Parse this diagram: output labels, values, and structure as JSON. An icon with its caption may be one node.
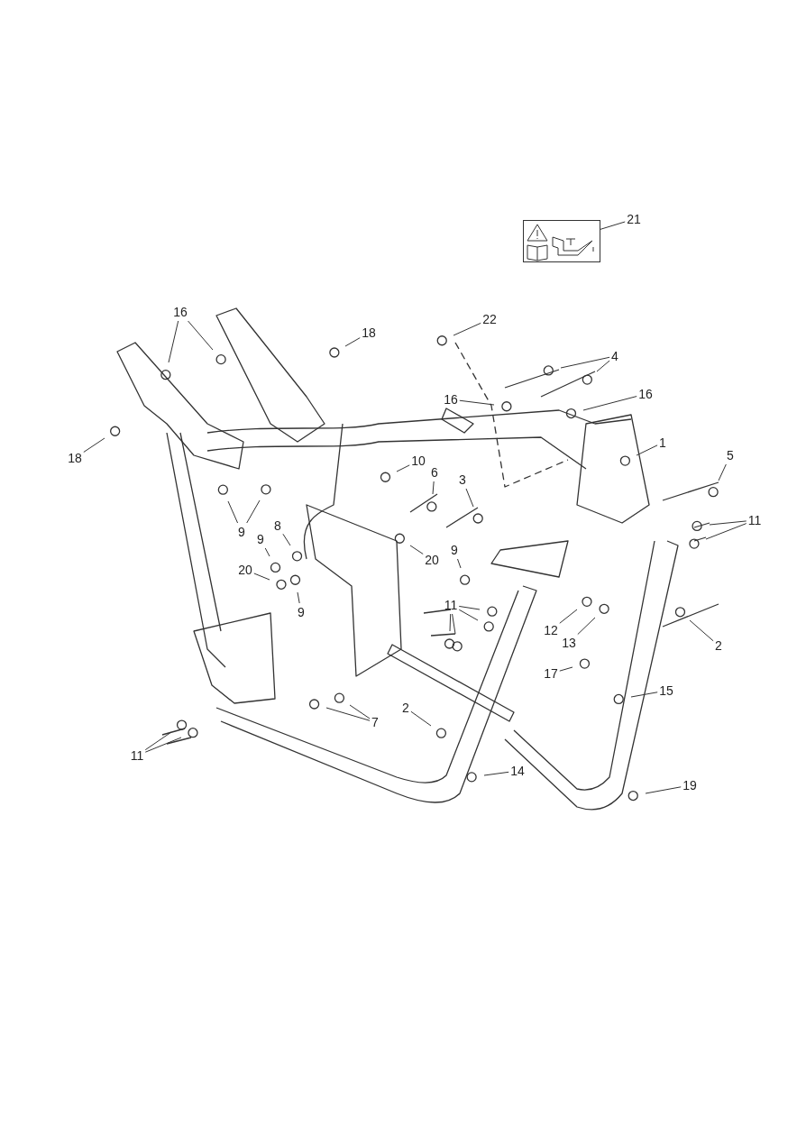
{
  "diagram": {
    "nodes": [
      {
        "text": [],
        "shape": "picture"
      },
      {
        "text": [
          "21"
        ]
      },
      {
        "text": [
          "16"
        ]
      },
      {
        "text": [
          "18"
        ]
      },
      {
        "text": [
          "22"
        ]
      },
      {
        "text": [
          "4"
        ]
      },
      {
        "text": [
          "16"
        ]
      },
      {
        "text": [
          "16"
        ]
      },
      {
        "text": [
          "18"
        ]
      },
      {
        "text": [
          "1"
        ]
      },
      {
        "text": [
          "10"
        ]
      },
      {
        "text": [
          "5"
        ]
      },
      {
        "text": [
          "6"
        ]
      },
      {
        "text": [
          "3"
        ]
      },
      {
        "text": [
          "9"
        ]
      },
      {
        "text": [
          "8"
        ]
      },
      {
        "text": [
          "11"
        ]
      },
      {
        "text": [
          "9"
        ]
      },
      {
        "text": [
          "9"
        ]
      },
      {
        "text": [
          "20"
        ]
      },
      {
        "text": [
          "20"
        ]
      },
      {
        "text": [
          "9"
        ]
      },
      {
        "text": [
          "11"
        ]
      },
      {
        "text": [
          "12"
        ]
      },
      {
        "text": [
          "13"
        ]
      },
      {
        "text": [
          "2"
        ]
      },
      {
        "text": [
          "17"
        ]
      },
      {
        "text": [
          "15"
        ]
      },
      {
        "text": [
          "7"
        ]
      },
      {
        "text": [
          "2"
        ]
      },
      {
        "text": [
          "11"
        ]
      },
      {
        "text": [
          "14"
        ]
      },
      {
        "text": [
          "19"
        ]
      }
    ],
    "edges": [
      {
        "from": 1,
        "to": 0,
        "arrow": "none"
      },
      {
        "from": 2,
        "to": null,
        "arrow": "none"
      },
      {
        "from": 2,
        "to": null,
        "arrow": "none"
      },
      {
        "from": 3,
        "to": null,
        "arrow": "none"
      },
      {
        "from": 4,
        "to": null,
        "arrow": "none"
      },
      {
        "from": 5,
        "to": null,
        "arrow": "none"
      },
      {
        "from": 5,
        "to": null,
        "arrow": "none"
      },
      {
        "from": 6,
        "to": null,
        "arrow": "none"
      },
      {
        "from": 7,
        "to": null,
        "arrow": "none"
      },
      {
        "from": 8,
        "to": null,
        "arrow": "none"
      },
      {
        "from": 9,
        "to": null,
        "arrow": "none"
      },
      {
        "from": 10,
        "to": null,
        "arrow": "none"
      },
      {
        "from": 11,
        "to": null,
        "arrow": "none"
      },
      {
        "from": 12,
        "to": null,
        "arrow": "none"
      },
      {
        "from": 13,
        "to": null,
        "arrow": "none"
      },
      {
        "from": 14,
        "to": null,
        "arrow": "none"
      },
      {
        "from": 14,
        "to": null,
        "arrow": "none"
      },
      {
        "from": 15,
        "to": null,
        "arrow": "none"
      },
      {
        "from": 16,
        "to": null,
        "arrow": "none"
      },
      {
        "from": 16,
        "to": null,
        "arrow": "none"
      },
      {
        "from": 17,
        "to": null,
        "arrow": "none"
      },
      {
        "from": 18,
        "to": null,
        "arrow": "none"
      },
      {
        "from": 19,
        "to": null,
        "arrow": "none"
      },
      {
        "from": 20,
        "to": null,
        "arrow": "none"
      },
      {
        "from": 21,
        "to": null,
        "arrow": "none"
      },
      {
        "from": 22,
        "to": null,
        "arrow": "none"
      },
      {
        "from": 22,
        "to": null,
        "arrow": "none"
      },
      {
        "from": 22,
        "to": null,
        "arrow": "none"
      },
      {
        "from": 22,
        "to": null,
        "arrow": "none"
      },
      {
        "from": 23,
        "to": null,
        "arrow": "none"
      },
      {
        "from": 24,
        "to": null,
        "arrow": "none"
      },
      {
        "from": 25,
        "to": null,
        "arrow": "none"
      },
      {
        "from": 26,
        "to": null,
        "arrow": "none"
      },
      {
        "from": 27,
        "to": null,
        "arrow": "none"
      },
      {
        "from": 28,
        "to": null,
        "arrow": "none"
      },
      {
        "from": 28,
        "to": null,
        "arrow": "none"
      },
      {
        "from": 29,
        "to": null,
        "arrow": "none"
      },
      {
        "from": 30,
        "to": null,
        "arrow": "none"
      },
      {
        "from": 30,
        "to": null,
        "arrow": "none"
      },
      {
        "from": 31,
        "to": null,
        "arrow": "none"
      },
      {
        "from": 32,
        "to": null,
        "arrow": "none"
      }
    ]
  }
}
